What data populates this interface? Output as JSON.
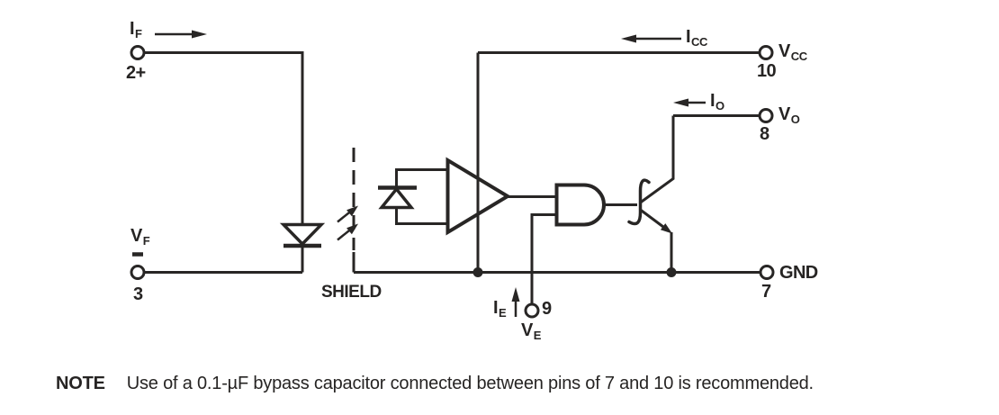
{
  "labels": {
    "if": {
      "base": "I",
      "sub": "F"
    },
    "icc": {
      "base": "I",
      "sub": "CC"
    },
    "io": {
      "base": "I",
      "sub": "O"
    },
    "ie": {
      "base": "I",
      "sub": "E"
    },
    "vf": {
      "base": "V",
      "sub": "F"
    },
    "vcc": {
      "base": "V",
      "sub": "CC"
    },
    "vo": {
      "base": "V",
      "sub": "O"
    },
    "ve": {
      "base": "V",
      "sub": "E"
    },
    "gnd": "GND",
    "shield": "SHIELD",
    "pin2": "2+",
    "pin3": "3",
    "pin7": "7",
    "pin8": "8",
    "pin9": "9",
    "pin10": "10"
  },
  "note": {
    "label": "NOTE",
    "text": "Use of a 0.1-µF bypass capacitor connected between pins of 7 and 10 is recommended."
  },
  "style": {
    "line_color": "#282625",
    "background": "#ffffff"
  }
}
